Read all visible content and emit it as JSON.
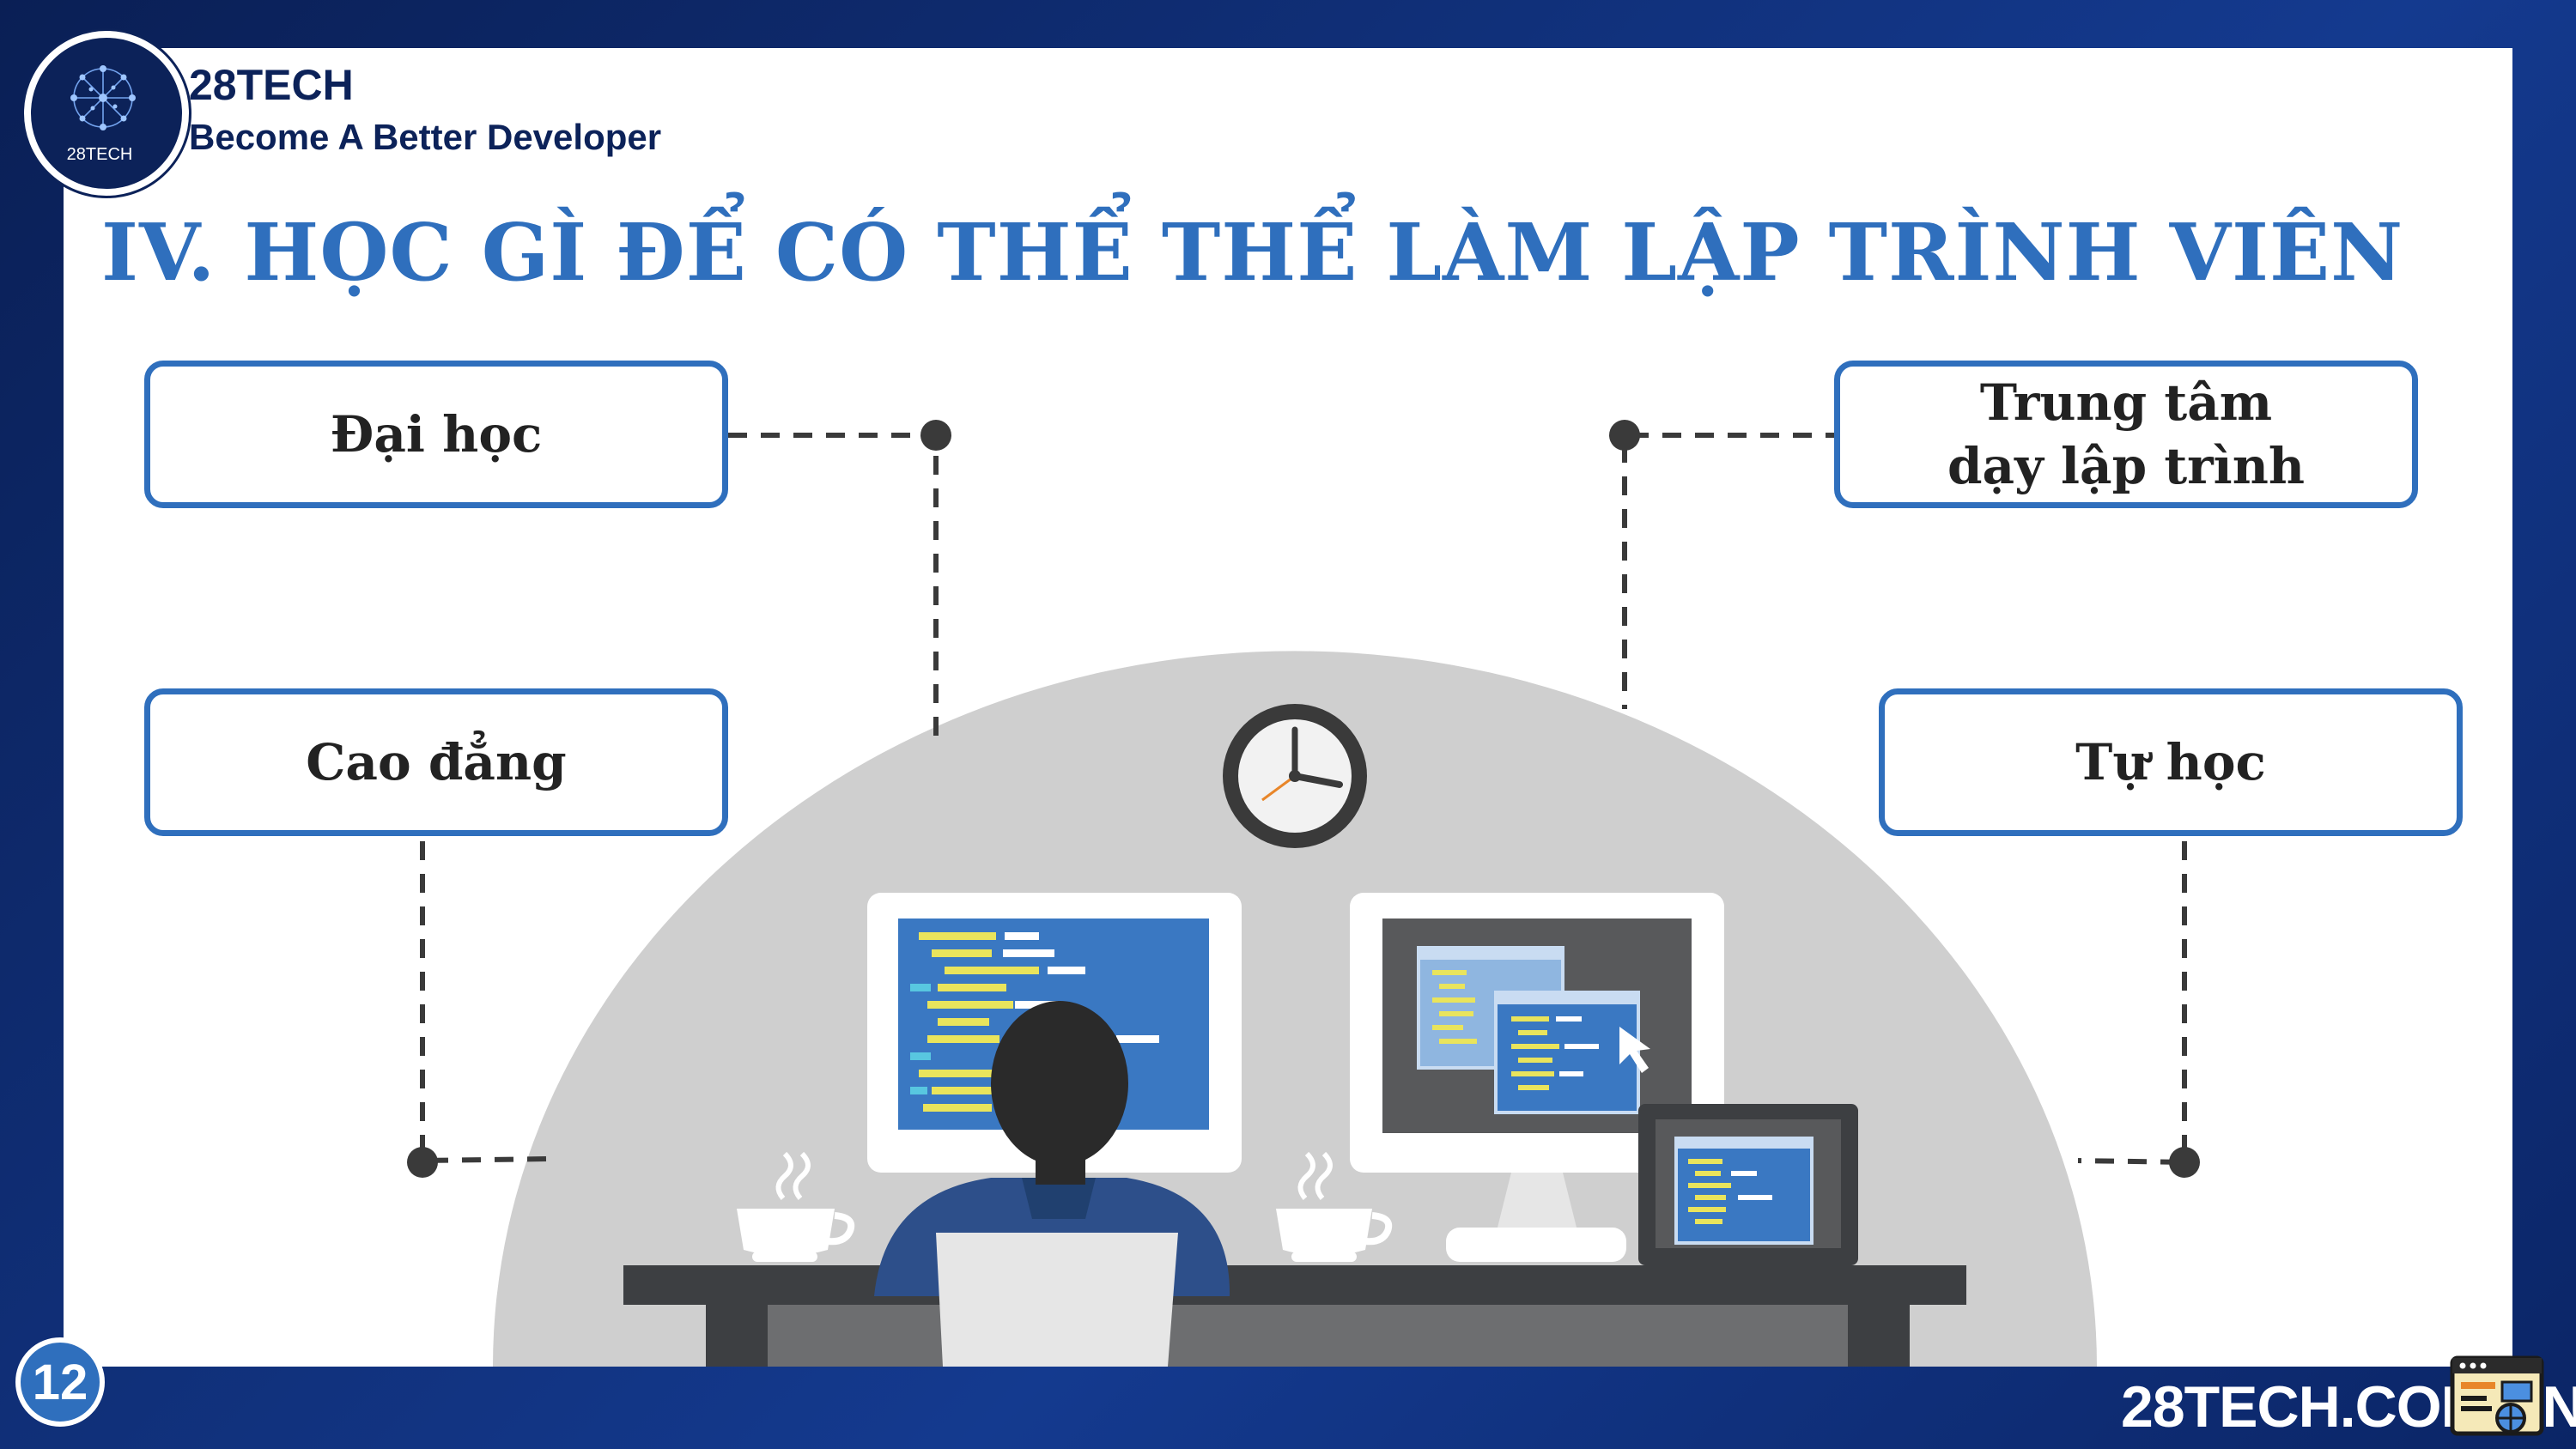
{
  "brand": {
    "logo_text": "28TECH",
    "name": "28TECH",
    "tagline": "Become A Better Developer"
  },
  "title": "IV. HỌC GÌ ĐỂ CÓ THỂ THỂ LÀM LẬP TRÌNH VIÊN",
  "options": {
    "university": "Đại học",
    "college": "Cao đẳng",
    "training_center_line1": "Trung tâm",
    "training_center_line2": "dạy lập trình",
    "self_study": "Tự học"
  },
  "footer": {
    "page_number": "12",
    "website": "28TECH.COM.VN"
  },
  "colors": {
    "navy": "#0c2259",
    "accent_blue": "#2f6fbd",
    "dome_gray": "#cfcfcf",
    "desk_dark": "#3d3f42",
    "code_yellow": "#e9e45c"
  },
  "icons": [
    "logo-network-icon",
    "clock-icon",
    "monitor-icon",
    "coffee-cup-icon",
    "laptop-icon",
    "cursor-icon",
    "website-icon"
  ]
}
